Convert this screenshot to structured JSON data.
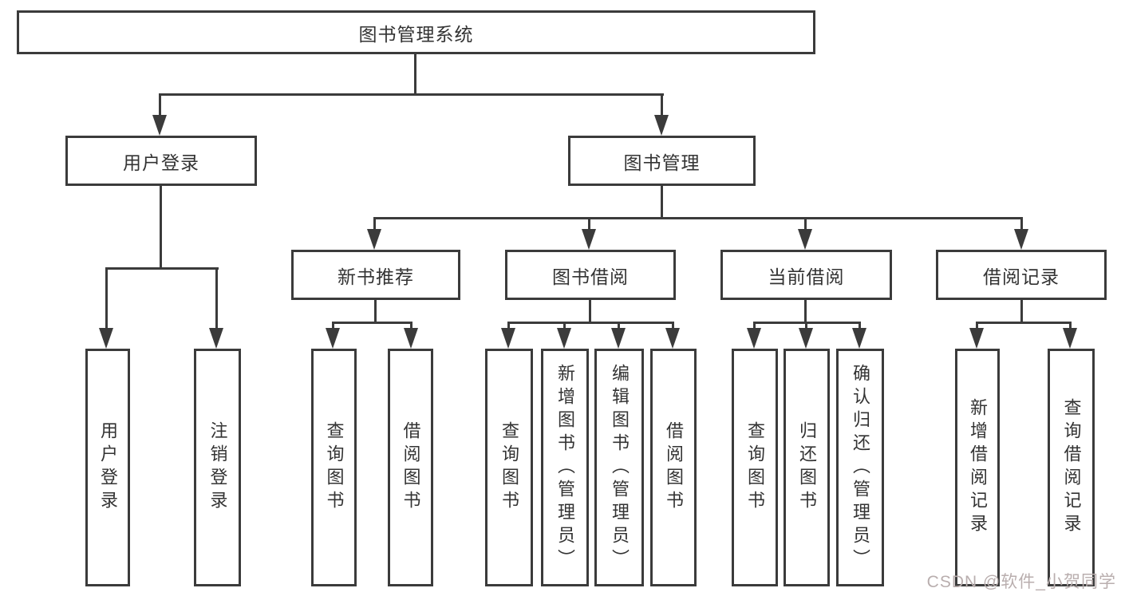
{
  "tree": {
    "root": "图书管理系统",
    "branches": [
      {
        "label": "用户登录",
        "children": [
          "用户登录",
          "注销登录"
        ]
      },
      {
        "label": "图书管理",
        "sections": [
          {
            "label": "新书推荐",
            "children": [
              "查询图书",
              "借阅图书"
            ]
          },
          {
            "label": "图书借阅",
            "children": [
              "查询图书",
              "新增图书（管理员）",
              "编辑图书（管理员）",
              "借阅图书"
            ]
          },
          {
            "label": "当前借阅",
            "children": [
              "查询图书",
              "归还图书",
              "确认归还（管理员）"
            ]
          },
          {
            "label": "借阅记录",
            "children": [
              "新增借阅记录",
              "查询借阅记录"
            ]
          }
        ]
      }
    ]
  },
  "watermark": {
    "text": "CSDN @软件_小贺同学"
  },
  "colors": {
    "line": "#3b3b3b",
    "text": "#333333",
    "watermark": "#b9aeae",
    "background": "#ffffff"
  }
}
